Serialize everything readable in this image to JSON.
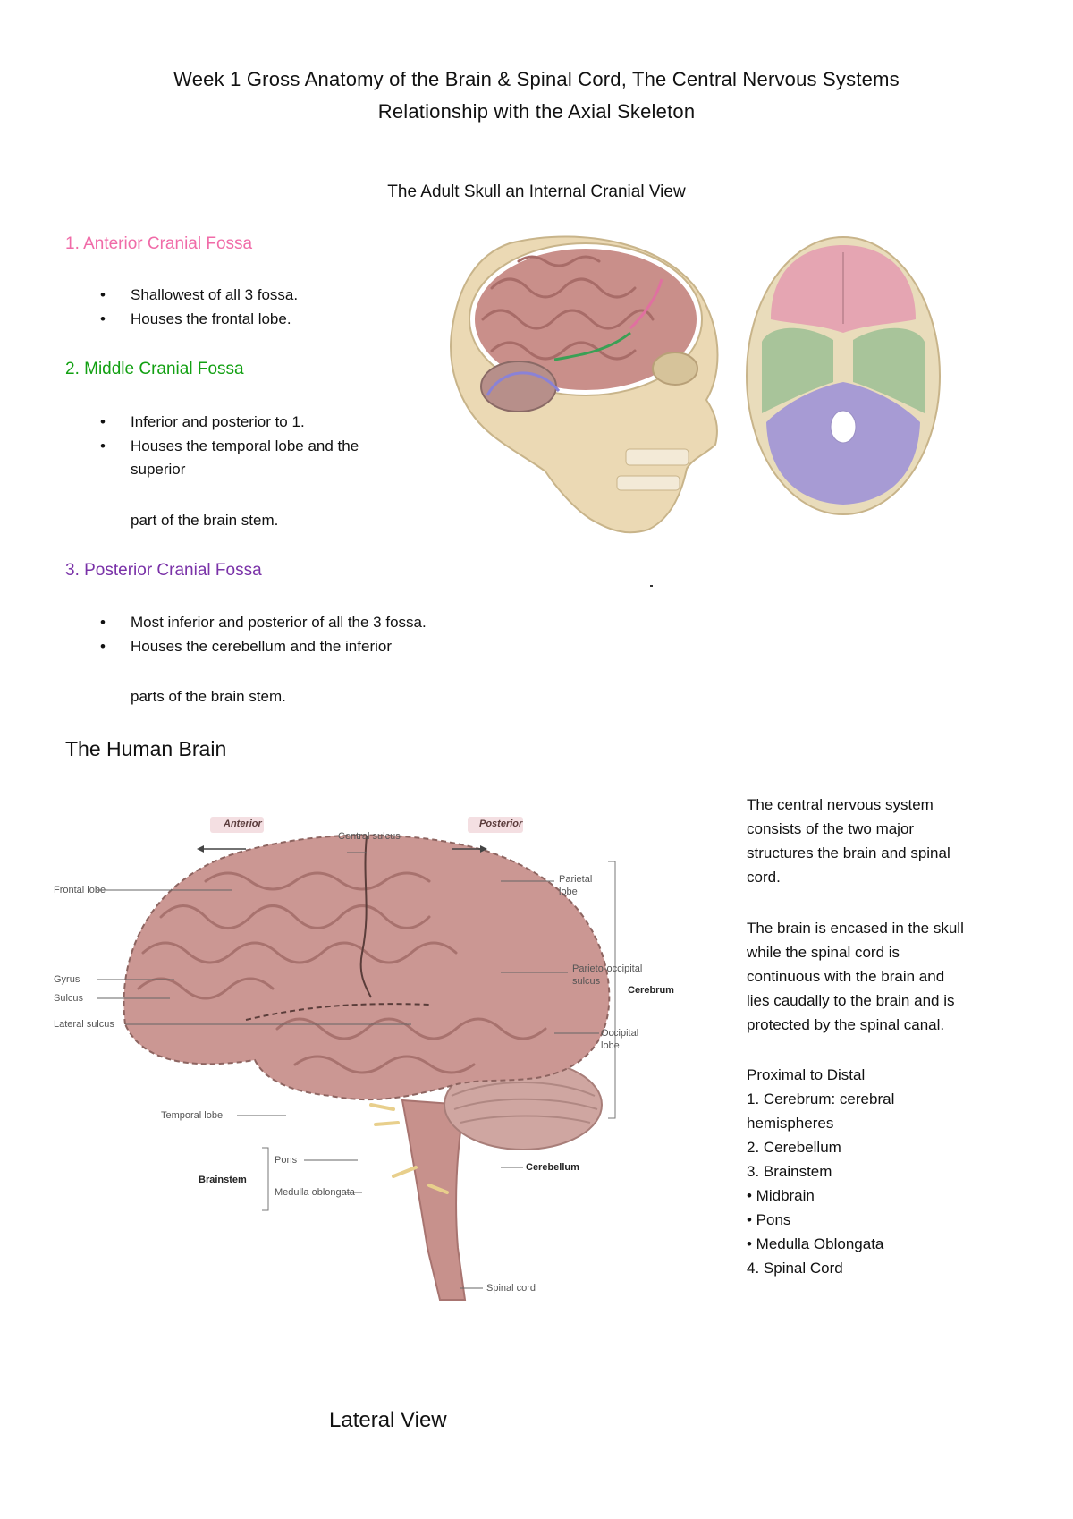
{
  "header": {
    "title_line1": "Week 1 Gross Anatomy of the Brain & Spinal Cord, The Central Nervous Systems",
    "title_line2": "Relationship with the Axial Skeleton",
    "skull_heading": "The Adult Skull an Internal Cranial View"
  },
  "colors": {
    "anterior": "#f06ba8",
    "middle": "#12a012",
    "posterior": "#7a32a8"
  },
  "fossae": [
    {
      "heading": "1. Anterior Cranial Fossa",
      "bullets": [
        "Shallowest of all 3 fossa.",
        "Houses the frontal lobe."
      ],
      "continuation": ""
    },
    {
      "heading": "2. Middle Cranial Fossa",
      "bullets": [
        "Inferior and posterior to 1.",
        "Houses the temporal lobe and the",
        "superior"
      ],
      "continuation": "part of the brain stem."
    },
    {
      "heading": "3. Posterior Cranial Fossa",
      "bullets": [
        "Most inferior and posterior of all the 3 fossa.",
        "Houses the cerebellum and the inferior"
      ],
      "continuation": "parts of the brain stem."
    }
  ],
  "brain_section": {
    "heading": "The Human Brain",
    "caption": "Lateral View",
    "labels": {
      "anterior": "Anterior",
      "posterior": "Posterior",
      "central_sulcus": "Central sulcus",
      "frontal_lobe": "Frontal lobe",
      "parietal_lobe_1": "Parietal",
      "parietal_lobe_2": "lobe",
      "gyrus": "Gyrus",
      "sulcus": "Sulcus",
      "lateral_sulcus": "Lateral sulcus",
      "parieto_occipital_1": "Parieto-occipital",
      "parieto_occipital_2": "sulcus",
      "cerebrum": "Cerebrum",
      "occipital_1": "Occipital",
      "occipital_2": "lobe",
      "temporal_lobe": "Temporal lobe",
      "pons": "Pons",
      "brainstem": "Brainstem",
      "medulla": "Medulla oblongata",
      "cerebellum": "Cerebellum",
      "spinal_cord": "Spinal cord"
    }
  },
  "cns_text": {
    "para1": [
      "The central nervous system",
      "consists of the two major",
      "structures the brain and spinal",
      "cord."
    ],
    "para2": [
      "The brain is encased in the skull",
      "while the spinal cord is",
      "continuous with the brain and",
      "lies caudally to the brain and is",
      "protected by the spinal canal."
    ],
    "list_title": "Proximal to Distal",
    "list": [
      "1. Cerebrum: cerebral",
      "hemispheres",
      "2. Cerebellum",
      "3. Brainstem",
      "• Midbrain",
      "• Pons",
      "• Medulla Oblongata",
      "4. Spinal Cord"
    ]
  }
}
